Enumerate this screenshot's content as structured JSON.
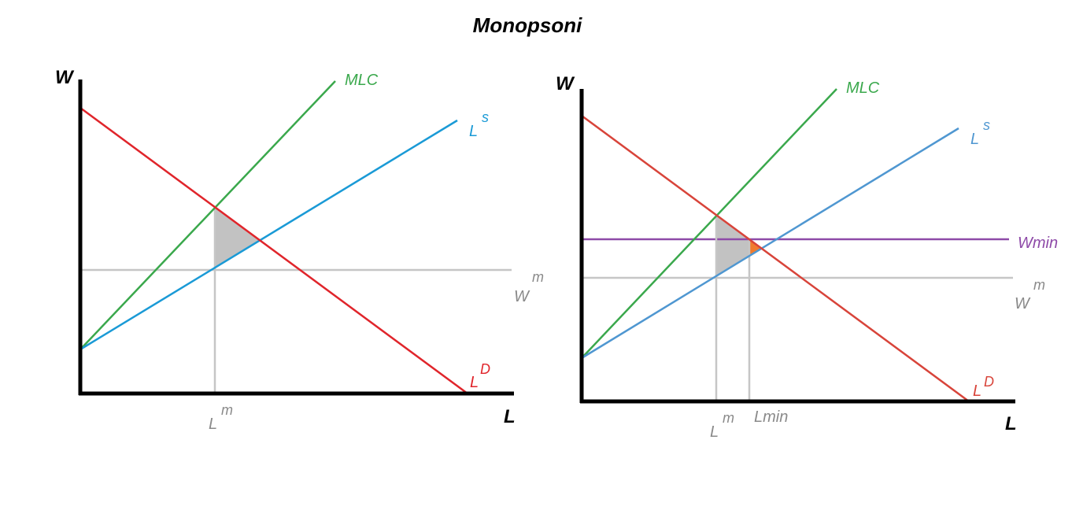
{
  "title": "Monopsoni",
  "colors": {
    "axis": "#000000",
    "mlc": "#3aa84c",
    "ls_left": "#1a9ad6",
    "ls_right": "#4f97d1",
    "ld_left": "#e0252b",
    "ld_right": "#d8443a",
    "guide": "#c6c6c6",
    "wmin": "#8e4aa8",
    "deadweight": "#c2c2c2",
    "recovered": "#f07b2e",
    "guide_label": "#8a8a8a"
  },
  "left_panel": {
    "y_axis_label": "W",
    "x_axis_label": "L",
    "mlc_label": "MLC",
    "ls_label": {
      "base": "L",
      "sup": "s"
    },
    "ld_label": {
      "base": "L",
      "sup": "D"
    },
    "wm_label": {
      "base": "W",
      "sup": "m"
    },
    "lm_label": {
      "base": "L",
      "sup": "m"
    }
  },
  "right_panel": {
    "y_axis_label": "W",
    "x_axis_label": "L",
    "mlc_label": "MLC",
    "ls_label": {
      "base": "L",
      "sup": "s"
    },
    "ld_label": {
      "base": "L",
      "sup": "D"
    },
    "wm_label": {
      "base": "W",
      "sup": "m"
    },
    "lm_label": {
      "base": "L",
      "sup": "m"
    },
    "wmin_label": "Wmin",
    "lmin_label": "Lmin"
  }
}
